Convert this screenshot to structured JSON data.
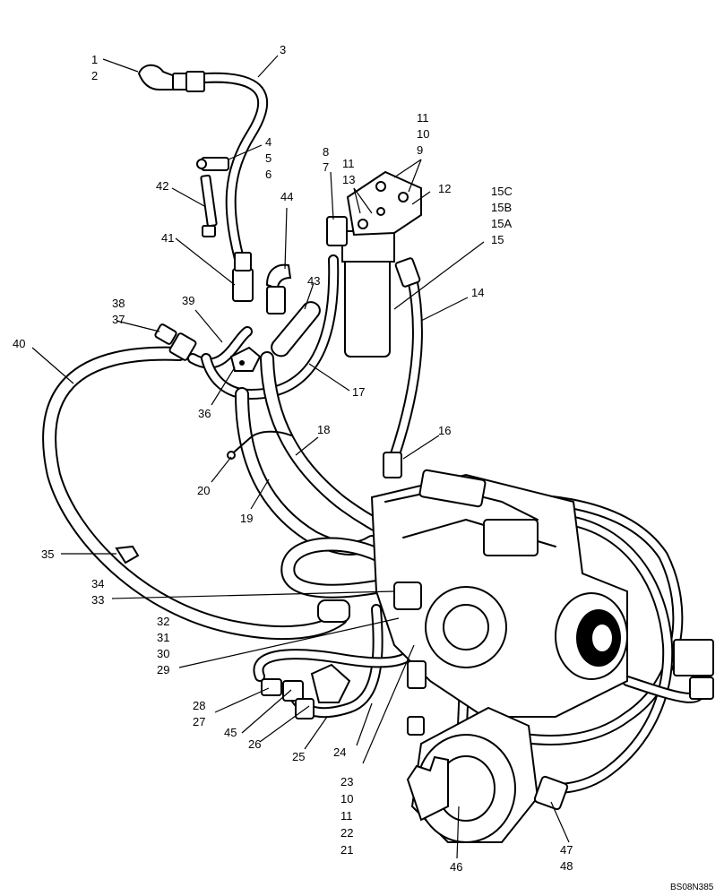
{
  "diagram": {
    "reference_code": "BS08N385",
    "callouts": {
      "c1": "1",
      "c2": "2",
      "c3": "3",
      "c4": "4",
      "c5": "5",
      "c6": "6",
      "c7": "7",
      "c8": "8",
      "c9": "9",
      "c10a": "10",
      "c11a": "11",
      "c11b": "11",
      "c13": "13",
      "c12": "12",
      "c15c": "15C",
      "c15b": "15B",
      "c15a": "15A",
      "c15": "15",
      "c14": "14",
      "c16": "16",
      "c17": "17",
      "c18": "18",
      "c19": "19",
      "c20": "20",
      "c35": "35",
      "c34": "34",
      "c33": "33",
      "c32": "32",
      "c31": "31",
      "c30": "30",
      "c29": "29",
      "c28": "28",
      "c27": "27",
      "c45": "45",
      "c26": "26",
      "c25": "25",
      "c24": "24",
      "c23": "23",
      "c10b": "10",
      "c11c": "11",
      "c22": "22",
      "c21": "21",
      "c46": "46",
      "c47": "47",
      "c48": "48",
      "c42": "42",
      "c41": "41",
      "c44": "44",
      "c43": "43",
      "c38": "38",
      "c37": "37",
      "c39": "39",
      "c40": "40",
      "c36": "36"
    }
  }
}
